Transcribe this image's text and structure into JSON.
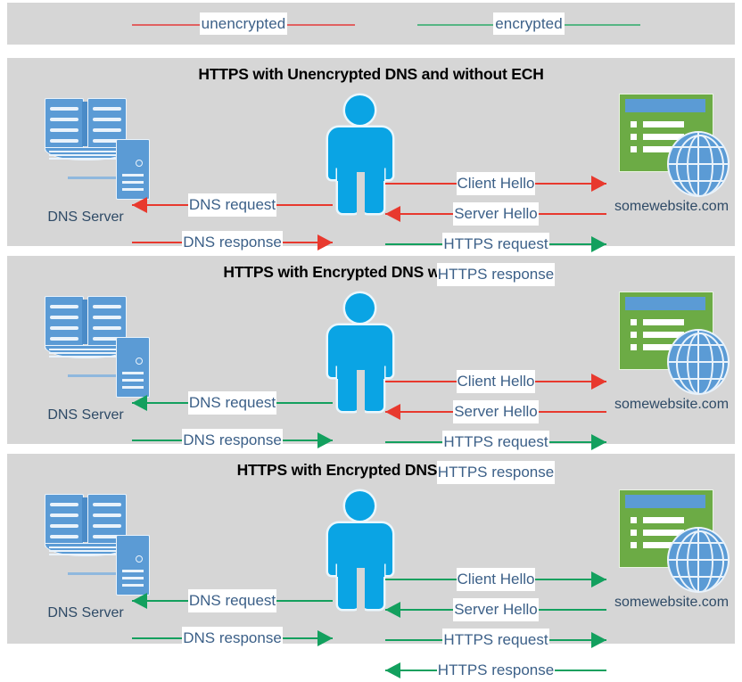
{
  "legend": {
    "items": [
      {
        "label": "unencrypted",
        "color": "#e06060",
        "name": "legend-unencrypted"
      },
      {
        "label": "encrypted",
        "color": "#56b584",
        "name": "legend-encrypted"
      }
    ]
  },
  "common": {
    "dns_server_caption": "DNS Server",
    "website_caption": "somewebsite.com",
    "icons": {
      "dns": "book-server-icon",
      "user": "person-icon",
      "website": "webpage-globe-icon"
    }
  },
  "colors": {
    "panel_background": "#d6d6d6",
    "unencrypted_arrow": "#e8392e",
    "encrypted_arrow": "#13a05e",
    "label_text": "#3c6088",
    "caption_text": "#2e4a66",
    "person": "#0aa4e4",
    "server_blue": "#5b9bd5",
    "website_green": "#6cab45"
  },
  "panels": [
    {
      "title": "HTTPS with Unencrypted DNS and without ECH",
      "left_messages": [
        {
          "label": "DNS request",
          "direction": "to-left",
          "encryption": "unencrypted"
        },
        {
          "label": "DNS response",
          "direction": "to-right",
          "encryption": "unencrypted"
        }
      ],
      "right_messages": [
        {
          "label": "Client Hello",
          "direction": "to-right",
          "encryption": "unencrypted"
        },
        {
          "label": "Server Hello",
          "direction": "to-left",
          "encryption": "unencrypted"
        },
        {
          "label": "HTTPS request",
          "direction": "to-right",
          "encryption": "encrypted"
        },
        {
          "label": "HTTPS response",
          "direction": "to-left",
          "encryption": "encrypted"
        }
      ]
    },
    {
      "title": "HTTPS with Encrypted DNS without ECH",
      "left_messages": [
        {
          "label": "DNS request",
          "direction": "to-left",
          "encryption": "encrypted"
        },
        {
          "label": "DNS response",
          "direction": "to-right",
          "encryption": "encrypted"
        }
      ],
      "right_messages": [
        {
          "label": "Client Hello",
          "direction": "to-right",
          "encryption": "unencrypted"
        },
        {
          "label": "Server Hello",
          "direction": "to-left",
          "encryption": "unencrypted"
        },
        {
          "label": "HTTPS request",
          "direction": "to-right",
          "encryption": "encrypted"
        },
        {
          "label": "HTTPS response",
          "direction": "to-left",
          "encryption": "encrypted"
        }
      ]
    },
    {
      "title": "HTTPS with Encrypted DNS and ECH",
      "left_messages": [
        {
          "label": "DNS request",
          "direction": "to-left",
          "encryption": "encrypted"
        },
        {
          "label": "DNS response",
          "direction": "to-right",
          "encryption": "encrypted"
        }
      ],
      "right_messages": [
        {
          "label": "Client Hello",
          "direction": "to-right",
          "encryption": "encrypted"
        },
        {
          "label": "Server Hello",
          "direction": "to-left",
          "encryption": "encrypted"
        },
        {
          "label": "HTTPS request",
          "direction": "to-right",
          "encryption": "encrypted"
        },
        {
          "label": "HTTPS response",
          "direction": "to-left",
          "encryption": "encrypted"
        }
      ]
    }
  ]
}
